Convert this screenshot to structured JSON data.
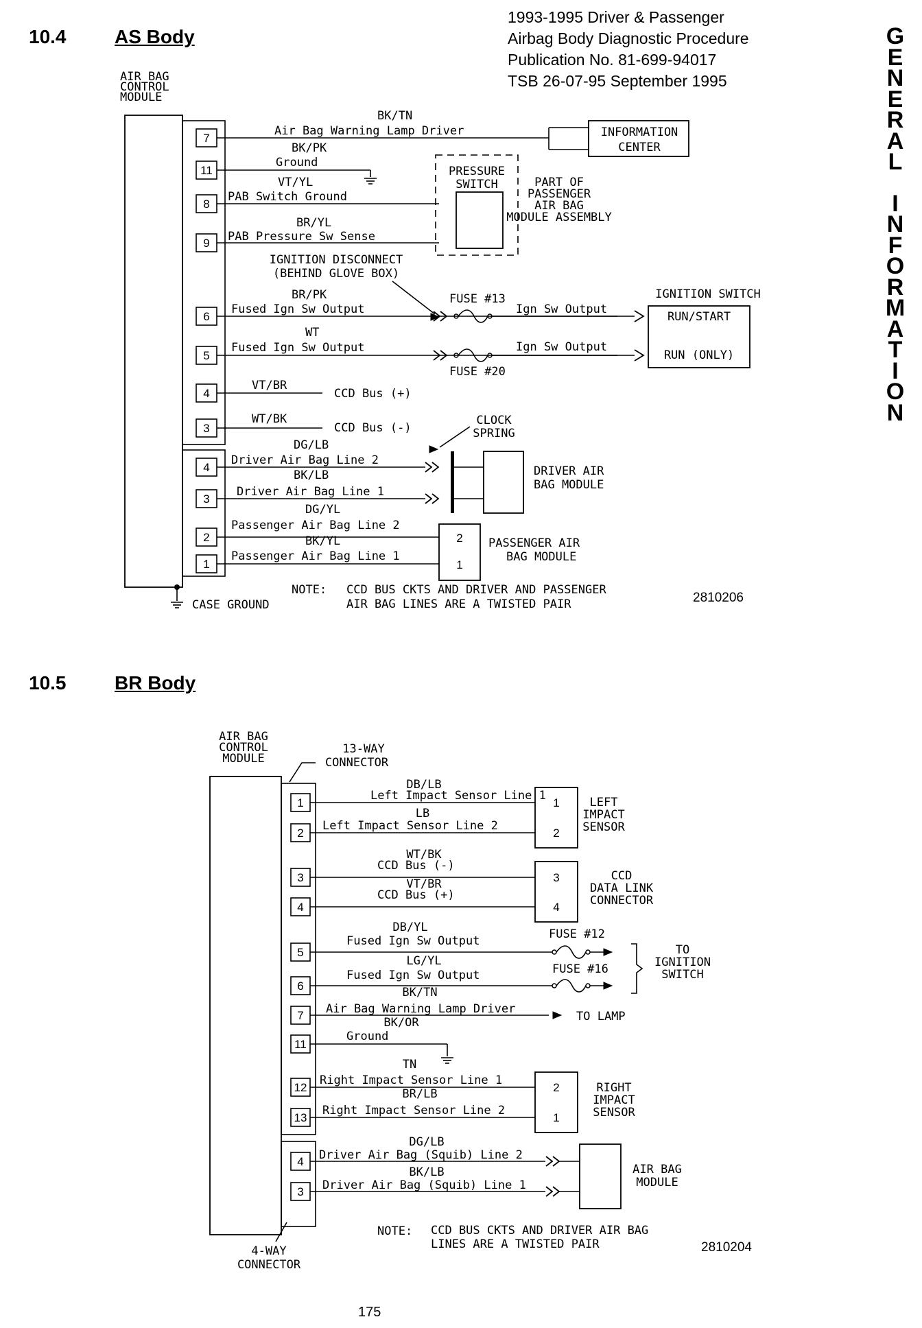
{
  "header": {
    "line1": "1993-1995 Driver & Passenger",
    "line2": "Airbag Body Diagnostic Procedure",
    "line3": "Publication No. 81-699-94017",
    "line4": "TSB 26-07-95 September 1995"
  },
  "side_tab": {
    "word1": "GENERAL",
    "word2": "INFORMATION"
  },
  "sec1": {
    "number": "10.4",
    "title": "AS Body"
  },
  "sec2": {
    "number": "10.5",
    "title": "BR Body"
  },
  "page_number": "175",
  "as": {
    "module": [
      "AIR BAG",
      "CONTROL",
      "MODULE"
    ],
    "pins": [
      "7",
      "11",
      "8",
      "9",
      "6",
      "5",
      "4",
      "3",
      "4",
      "3",
      "2",
      "1"
    ],
    "wires": [
      {
        "color": "BK/TN",
        "label": "Air Bag Warning Lamp Driver"
      },
      {
        "color": "BK/PK",
        "label": "Ground"
      },
      {
        "color": "VT/YL",
        "label": "PAB Switch Ground"
      },
      {
        "color": "BR/YL",
        "label": "PAB Pressure Sw Sense"
      },
      {
        "color": "BR/PK",
        "label": "Fused Ign Sw Output"
      },
      {
        "color": "WT",
        "label": "Fused Ign Sw Output"
      },
      {
        "color": "VT/BR",
        "label": "CCD Bus (+)"
      },
      {
        "color": "WT/BK",
        "label": "CCD Bus (-)"
      },
      {
        "color": "DG/LB",
        "label": "Driver Air Bag Line 2"
      },
      {
        "color": "BK/LB",
        "label": "Driver Air Bag Line 1"
      },
      {
        "color": "DG/YL",
        "label": "Passenger Air Bag Line 2"
      },
      {
        "color": "BK/YL",
        "label": "Passenger Air Bag Line 1"
      }
    ],
    "info_center": [
      "INFORMATION",
      "CENTER"
    ],
    "pressure_switch": [
      "PRESSURE",
      "SWITCH"
    ],
    "part_of": [
      "PART OF",
      "PASSENGER",
      "AIR BAG",
      "MODULE ASSEMBLY"
    ],
    "ign_disconnect": [
      "IGNITION DISCONNECT",
      "(BEHIND GLOVE BOX)"
    ],
    "fuse13": "FUSE #13",
    "fuse20": "FUSE #20",
    "ign_sw_output": "Ign Sw Output",
    "ignition_switch": "IGNITION SWITCH",
    "run_start": "RUN/START",
    "run_only": "RUN (ONLY)",
    "clock_spring": [
      "CLOCK",
      "SPRING"
    ],
    "driver_module": [
      "DRIVER AIR",
      "BAG MODULE"
    ],
    "pass_pins": [
      "2",
      "1"
    ],
    "pass_module": [
      "PASSENGER AIR",
      "BAG MODULE"
    ],
    "case_ground": "CASE GROUND",
    "note_label": "NOTE:",
    "note": [
      "CCD BUS CKTS AND DRIVER AND PASSENGER",
      "AIR BAG LINES ARE A TWISTED PAIR"
    ],
    "code": "2810206"
  },
  "br": {
    "module": [
      "AIR BAG",
      "CONTROL",
      "MODULE"
    ],
    "conn13": [
      "13-WAY",
      "CONNECTOR"
    ],
    "conn4": [
      "4-WAY",
      "CONNECTOR"
    ],
    "pins": [
      "1",
      "2",
      "3",
      "4",
      "5",
      "6",
      "7",
      "11",
      "12",
      "13",
      "4",
      "3"
    ],
    "wires": [
      {
        "color": "DB/LB",
        "label": "Left Impact Sensor Line 1"
      },
      {
        "color": "LB",
        "label": "Left Impact Sensor Line 2"
      },
      {
        "color": "WT/BK",
        "label": "CCD Bus (-)"
      },
      {
        "color": "VT/BR",
        "label": "CCD Bus (+)"
      },
      {
        "color": "DB/YL",
        "label": "Fused Ign Sw Output"
      },
      {
        "color": "LG/YL",
        "label": "Fused Ign Sw Output"
      },
      {
        "color": "BK/TN",
        "label": "Air Bag Warning Lamp Driver"
      },
      {
        "color": "BK/OR",
        "label": "Ground"
      },
      {
        "color": "TN",
        "label": "Right Impact Sensor Line 1"
      },
      {
        "color": "BR/LB",
        "label": "Right Impact Sensor Line 2"
      },
      {
        "color": "DG/LB",
        "label": "Driver Air Bag (Squib) Line 2"
      },
      {
        "color": "BK/LB",
        "label": "Driver Air Bag (Squib) Line 1"
      }
    ],
    "left_pins": [
      "1",
      "2"
    ],
    "left_sensor": [
      "LEFT",
      "IMPACT",
      "SENSOR"
    ],
    "ccd_pins": [
      "3",
      "4"
    ],
    "ccd_conn": [
      "CCD",
      "DATA LINK",
      "CONNECTOR"
    ],
    "fuse12": "FUSE #12",
    "fuse16": "FUSE #16",
    "to_ign": [
      "TO",
      "IGNITION",
      "SWITCH"
    ],
    "to_lamp": "TO LAMP",
    "right_pins": [
      "2",
      "1"
    ],
    "right_sensor": [
      "RIGHT",
      "IMPACT",
      "SENSOR"
    ],
    "airbag_module": [
      "AIR BAG",
      "MODULE"
    ],
    "note_label": "NOTE:",
    "note": [
      "CCD BUS CKTS AND DRIVER AIR BAG",
      "LINES ARE A TWISTED PAIR"
    ],
    "code": "2810204"
  }
}
